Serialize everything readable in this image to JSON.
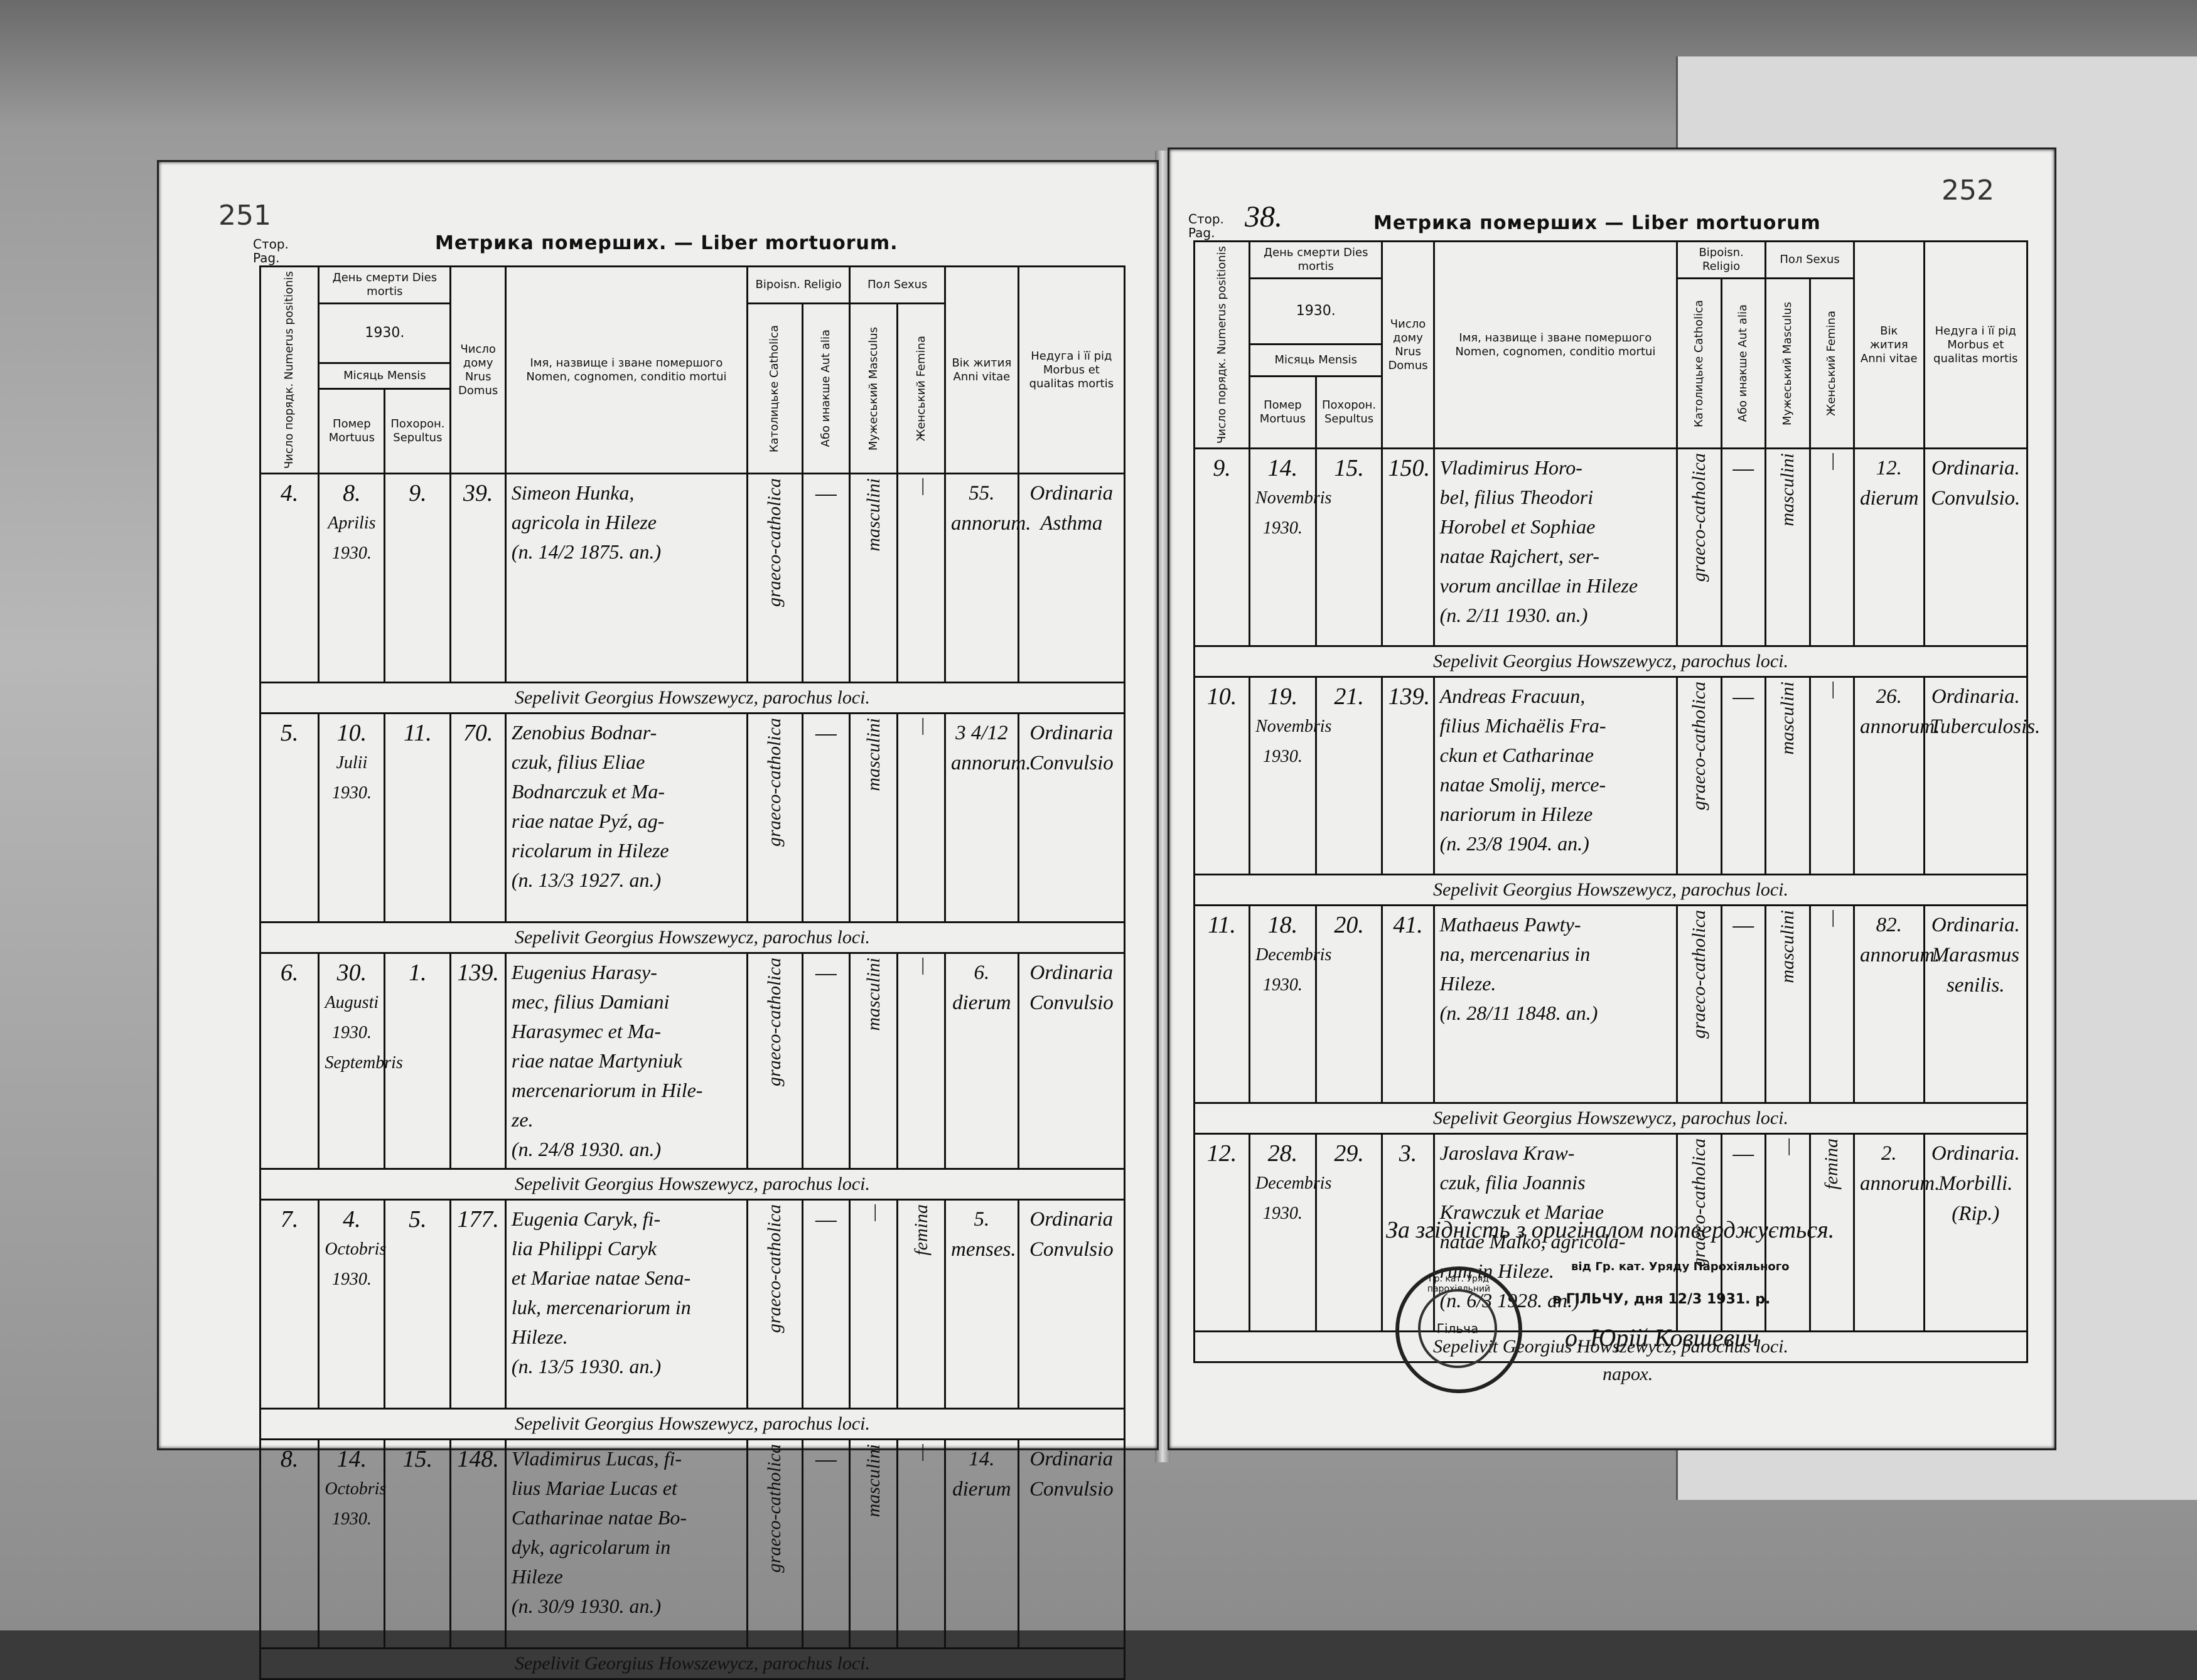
{
  "left_page": {
    "page_number": "251",
    "page_label": [
      "Стор.",
      "Pag."
    ],
    "title": "Метрика померших. — Liber mortuorum.",
    "headers": {
      "num": "Число порядк. Numerus positionis",
      "dies": "День смерти Dies mortis",
      "year": "1930.",
      "month": "Місяць Mensis",
      "mortuus": "Помер Mortuus",
      "sepultus": "Похорон. Sepultus",
      "domus": "Число дому Nrus Domus",
      "nomen": "Імя, назвище і зване помершого Nomen, cognomen, conditio mortui",
      "religio": "Bipoisn. Religio",
      "catholica": "Католицьке Catholica",
      "alia": "Або инакше Aut alia",
      "sexus": "Пол Sexus",
      "masc": "Мужеський Masculus",
      "fem": "Женський Femina",
      "aetas": "Вік жития Anni vitae",
      "morbus": "Недуга і її рід Morbus et qualitas mortis"
    },
    "entries": [
      {
        "num": "4.",
        "mortuus": "8.",
        "sepultus": "9.",
        "month_date": "Aprilis 1930.",
        "domus": "39.",
        "name": [
          "Simeon Hunka,",
          "agricola in Hileze",
          "(n. 14/2 1875. an.)"
        ],
        "religio": "graeco-catholica",
        "alia": "—",
        "masc": "masculini",
        "fem": "—",
        "age": "55. annorum.",
        "morbus": "Ordinaria Asthma",
        "sepelivit": "Sepelivit Georgius Howszewycz, parochus loci."
      },
      {
        "num": "5.",
        "mortuus": "10.",
        "sepultus": "11.",
        "month_date": "Julii 1930.",
        "domus": "70.",
        "name": [
          "Zenobius Bodnar-",
          "czuk, filius Eliae",
          "Bodnarczuk et Ma-",
          "riae natae Pyź, ag-",
          "ricolarum in Hileze",
          "(n. 13/3 1927. an.)"
        ],
        "religio": "graeco-catholica",
        "alia": "—",
        "masc": "masculini",
        "fem": "—",
        "age": "3 4/12 annorum.",
        "morbus": "Ordinaria Convulsio",
        "sepelivit": "Sepelivit Georgius Howszewycz, parochus loci."
      },
      {
        "num": "6.",
        "mortuus": "30.",
        "sepultus": "1.",
        "month_date": "Augusti 1930. Septembris",
        "domus": "139.",
        "name": [
          "Eugenius Harasy-",
          "mec, filius Damiani",
          "Harasymec et Ma-",
          "riae natae Martyniuk",
          "mercenariorum in Hile-",
          "ze.",
          "(n. 24/8 1930. an.)"
        ],
        "religio": "graeco-catholica",
        "alia": "—",
        "masc": "masculini",
        "fem": "—",
        "age": "6. dierum",
        "morbus": "Ordinaria Convulsio",
        "sepelivit": "Sepelivit Georgius Howszewycz, parochus loci."
      },
      {
        "num": "7.",
        "mortuus": "4.",
        "sepultus": "5.",
        "month_date": "Octobris 1930.",
        "domus": "177.",
        "name": [
          "Eugenia Caryk, fi-",
          "lia Philippi Caryk",
          "et Mariae natae Sena-",
          "luk, mercenariorum in",
          "Hileze.",
          "(n. 13/5 1930. an.)"
        ],
        "religio": "graeco-catholica",
        "alia": "—",
        "masc": "—",
        "fem": "femina",
        "age": "5. menses.",
        "morbus": "Ordinaria Convulsio",
        "sepelivit": "Sepelivit Georgius Howszewycz, parochus loci."
      },
      {
        "num": "8.",
        "mortuus": "14.",
        "sepultus": "15.",
        "month_date": "Octobris 1930.",
        "domus": "148.",
        "name": [
          "Vladimirus Lucas, fi-",
          "lius Mariae Lucas et",
          "Catharinae natae Bo-",
          "dyk, agricolarum in",
          "Hileze",
          "(n. 30/9 1930. an.)"
        ],
        "religio": "graeco-catholica",
        "alia": "—",
        "masc": "masculini",
        "fem": "—",
        "age": "14. dierum",
        "morbus": "Ordinaria Convulsio",
        "sepelivit": "Sepelivit Georgius Howszewycz, parochus loci."
      }
    ]
  },
  "right_page": {
    "page_number": "252",
    "page_label": [
      "Стор.",
      "Pag."
    ],
    "page_number_written": "38.",
    "title": "Метрика померших — Liber mortuorum",
    "entries": [
      {
        "num": "9.",
        "mortuus": "14.",
        "sepultus": "15.",
        "month_date": "Novembris 1930.",
        "domus": "150.",
        "name": [
          "Vladimirus Horo-",
          "bel, filius Theodori",
          "Horobel et Sophiae",
          "natae Rajchert, ser-",
          "vorum ancillae in Hileze",
          "(n. 2/11 1930. an.)"
        ],
        "religio": "graeco-catholica",
        "alia": "—",
        "masc": "masculini",
        "fem": "—",
        "age": "12. dierum",
        "morbus": "Ordinaria. Convulsio.",
        "sepelivit": "Sepelivit Georgius Howszewycz, parochus loci."
      },
      {
        "num": "10.",
        "mortuus": "19.",
        "sepultus": "21.",
        "month_date": "Novembris 1930.",
        "domus": "139.",
        "name": [
          "Andreas Fracuun,",
          "filius Michaëlis Fra-",
          "ckun et Catharinae",
          "natae Smolij, merce-",
          "nariorum in Hileze",
          "(n. 23/8 1904. an.)"
        ],
        "religio": "graeco-catholica",
        "alia": "—",
        "masc": "masculini",
        "fem": "—",
        "age": "26. annorum.",
        "morbus": "Ordinaria. Tuberculosis.",
        "sepelivit": "Sepelivit Georgius Howszewycz, parochus loci."
      },
      {
        "num": "11.",
        "mortuus": "18.",
        "sepultus": "20.",
        "month_date": "Decembris 1930.",
        "domus": "41.",
        "name": [
          "Mathaeus Pawty-",
          "na, mercenarius in",
          "Hileze.",
          "(n. 28/11 1848. an.)"
        ],
        "religio": "graeco-catholica",
        "alia": "—",
        "masc": "masculini",
        "fem": "—",
        "age": "82. annorum.",
        "morbus": "Ordinaria. Marasmus senilis.",
        "sepelivit": "Sepelivit Georgius Howszewycz, parochus loci."
      },
      {
        "num": "12.",
        "mortuus": "28.",
        "sepultus": "29.",
        "month_date": "Decembris 1930.",
        "domus": "3.",
        "name": [
          "Jaroslava Kraw-",
          "czuk, filia Joannis",
          "Krawczuk et Mariae",
          "natae Malko, agricola-",
          "rum in Hileze.",
          "(n. 6/3 1928. an.)"
        ],
        "religio": "graeco-catholica",
        "alia": "—",
        "masc": "—",
        "fem": "femina",
        "age": "2. annorum.",
        "morbus": "Ordinaria. Morbilli. (Rip.)",
        "sepelivit": "Sepelivit Georgius Howszewycz, parochus loci."
      }
    ],
    "certification": "За згідність з оригіналом потверджується.",
    "office_line": "від Гр. кат. Уряду Парохіяльного",
    "place_date": "в ГІЛЬЧУ, дня 12/3 1931. р.",
    "signature": "о. Юрій Ковшевич",
    "signature_title": "парох.",
    "stamp_ring": "Гр. кат. Уряд парохіяльний",
    "stamp_center": "Гільча"
  }
}
